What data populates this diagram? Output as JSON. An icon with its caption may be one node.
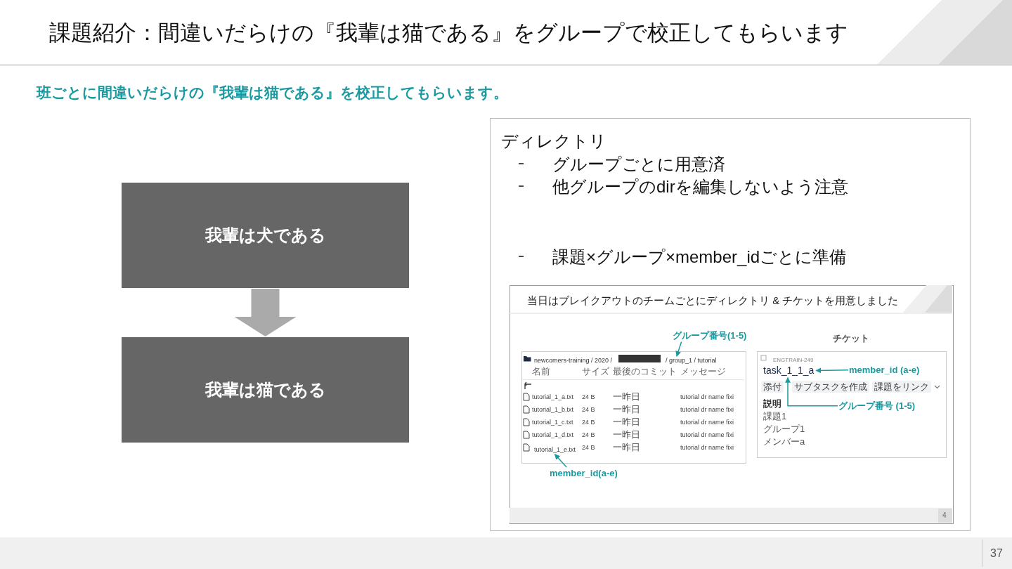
{
  "diagram": {
    "title": "課題紹介：間違いだらけの『我輩は猫である』をグループで校正してもらいます",
    "nodes": [
      {
        "text": [
          "我輩は犬である"
        ]
      },
      {
        "text": [
          "我輩は猫である"
        ]
      },
      {
        "text": [
          "ディレクトリ",
          "グループごとに用意済",
          "他グループのdirを編集しないよう注意",
          "課題×グループ×member_idごとに準備"
        ]
      },
      {
        "text": [
          "当日はブレイクアウトのチームごとにディレクトリ & チケットを用意しました"
        ],
        "in": 2
      },
      {
        "text": [
          "newcomers-training / 2020 /"
        ],
        "in": 3
      },
      {
        "text": [
          "ENGTRAIN-249",
          "説明",
          "課題1",
          "グループ1",
          "メンバーa"
        ],
        "in": 3
      },
      {
        "text": [
          "グループ番号(1-5)"
        ],
        "in": 3
      },
      {
        "text": [
          "member_id(a-e)"
        ],
        "in": 3
      },
      {
        "text": [
          "member_id (a-e)"
        ],
        "in": 5
      },
      {
        "text": [
          "グループ番号 (1-5)"
        ],
        "in": 5
      },
      {
        "text": [
          "/ group_1 / tutorial"
        ],
        "in": 4
      },
      {
        "text": [
          "tutorial_1_e.txt"
        ],
        "in": 4
      },
      {
        "text": [
          "task_1_1_a"
        ],
        "in": 5
      }
    ],
    "edges": [
      {
        "from": 0,
        "to": 1,
        "arrow": "to",
        "style": "thick",
        "color": "#aaaaaa"
      },
      {
        "from": 6,
        "to": 10,
        "arrow": "to"
      },
      {
        "from": 7,
        "to": 11,
        "arrow": "to"
      },
      {
        "from": 8,
        "to": 12,
        "arrow": "to"
      },
      {
        "from": 9,
        "to": 12,
        "arrow": "to"
      }
    ],
    "labels": [
      "班ごとに間違いだらけの『我輩は猫である』を校正してもらいます。",
      "名前",
      "サイズ",
      "最後のコミット",
      "メッセージ",
      "tutorial_1_a.txt",
      "24 B",
      "一昨日",
      "tutorial dr name fixi",
      "tutorial_1_b.txt",
      "24 B",
      "一昨日",
      "tutorial dr name fixi",
      "tutorial_1_c.txt",
      "24 B",
      "一昨日",
      "tutorial dr name fixi",
      "tutorial_1_d.txt",
      "24 B",
      "一昨日",
      "tutorial dr name fixi",
      "24 B",
      "一昨日",
      "tutorial dr name fixi",
      "チケット",
      "添付",
      "サブタスクを作成",
      "課題をリンク",
      "4",
      "37"
    ]
  }
}
